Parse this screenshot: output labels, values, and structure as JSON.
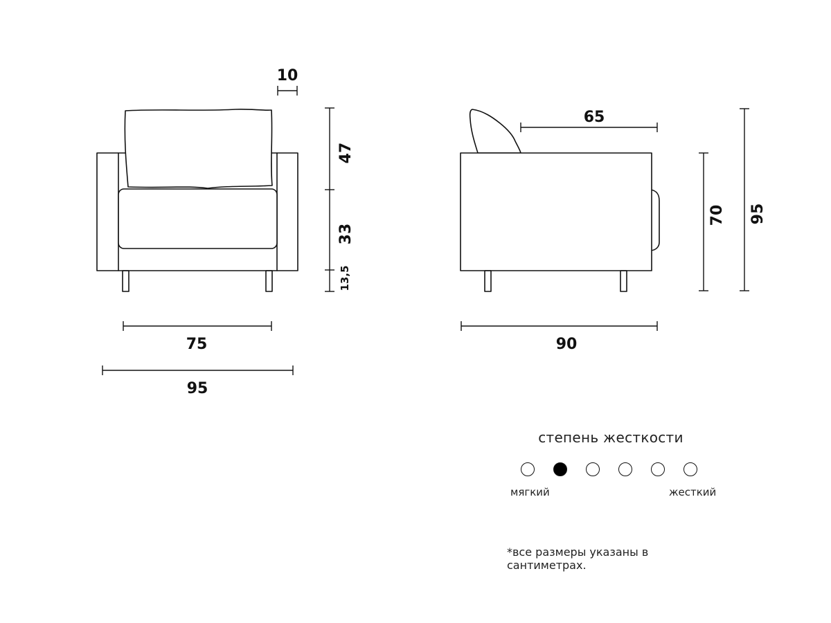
{
  "front_view": {
    "dims": {
      "armrest_width": "10",
      "back_cushion_height": "47",
      "seat_height": "33",
      "leg_height": "13,5",
      "seat_width": "75",
      "total_width": "95"
    }
  },
  "side_view": {
    "dims": {
      "seat_depth": "65",
      "total_depth": "90",
      "body_height": "70",
      "total_height": "95"
    }
  },
  "firmness": {
    "title": "степень жесткости",
    "levels": 6,
    "selected": 2,
    "min_label": "мягкий",
    "max_label": "жесткий"
  },
  "footnote": "*все размеры указаны в сантиметрах.",
  "colors": {
    "line": "#111111",
    "dot_active": "#000000"
  }
}
